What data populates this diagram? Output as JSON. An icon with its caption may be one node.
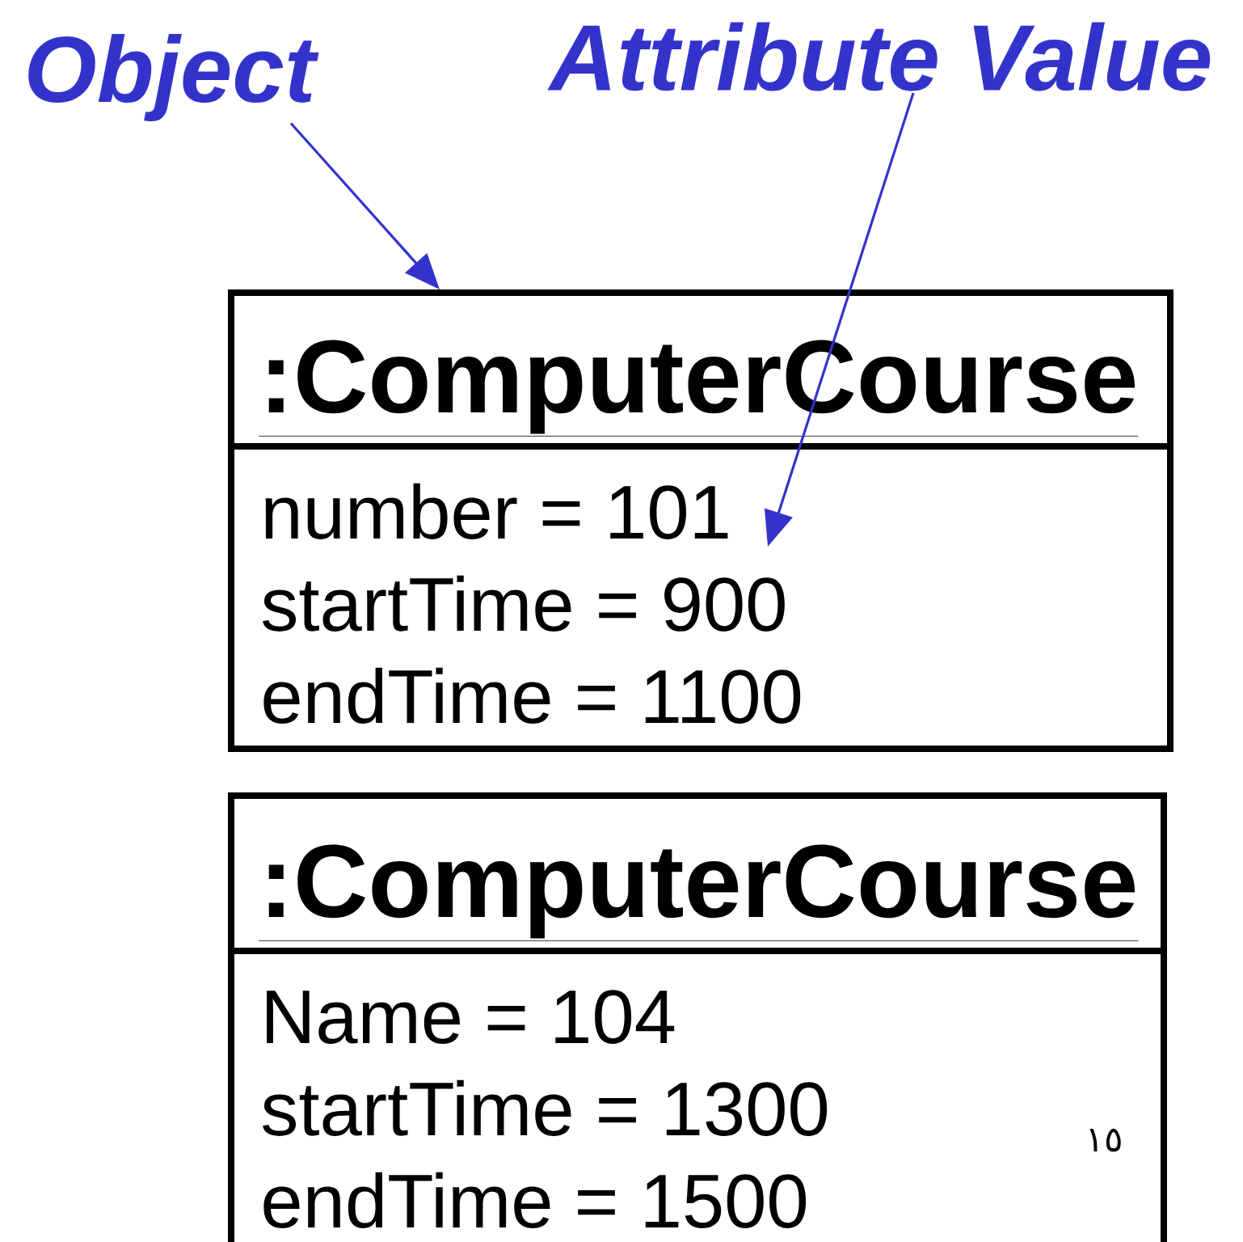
{
  "diagram": {
    "nodes": [
      {
        "text": [
          "Object"
        ]
      },
      {
        "text": [
          "Attribute Value"
        ]
      },
      {
        "text": [
          ":ComputerCourse",
          "number = 101",
          "startTime = 900",
          "endTime = 1100"
        ]
      },
      {
        "text": [
          ":ComputerCourse",
          "Name = 104",
          "startTime = 1300",
          "endTime = 1500"
        ]
      }
    ],
    "edges": [
      {
        "from": 0,
        "to": 2,
        "arrow": "to",
        "color": "#3333cc"
      },
      {
        "from": 1,
        "to": 2,
        "arrow": "to",
        "color": "#3333cc"
      }
    ],
    "labels": [
      "١٥"
    ]
  }
}
